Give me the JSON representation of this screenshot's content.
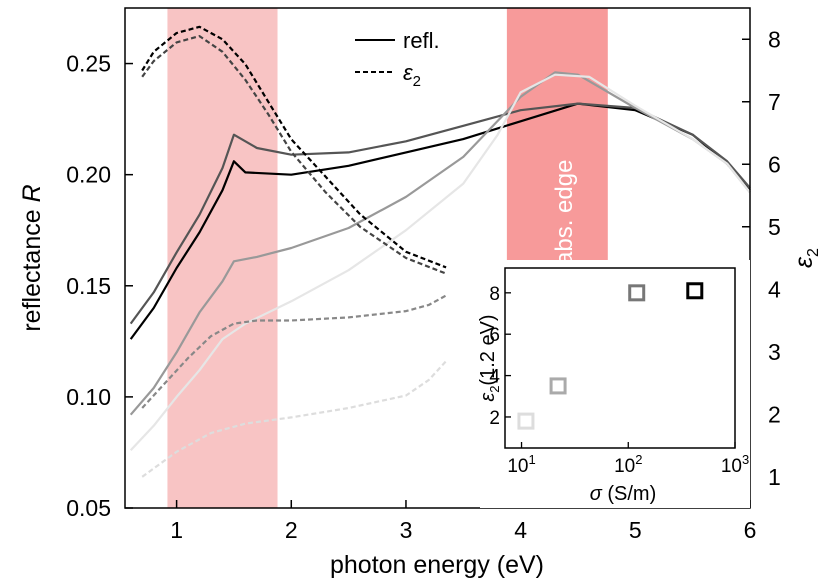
{
  "chart_data": {
    "type": "line",
    "xlabel": "photon energy (eV)",
    "ylabel_left": "reflectance R",
    "ylabel_right": "ε2",
    "xlim": [
      0.55,
      6.0
    ],
    "ylim_left": [
      0.05,
      0.275
    ],
    "ylim_right": [
      0.5,
      8.5
    ],
    "xticks": [
      "1",
      "2",
      "3",
      "4",
      "5",
      "6"
    ],
    "yticks_left": [
      "0.05",
      "0.10",
      "0.15",
      "0.20",
      "0.25"
    ],
    "yticks_right": [
      "1",
      "2",
      "3",
      "4",
      "5",
      "6",
      "7",
      "8"
    ],
    "grid": false,
    "legend": {
      "position": "top-center",
      "entries": [
        {
          "label": "refl.",
          "style": "solid"
        },
        {
          "label": "ε2",
          "style": "dashed"
        }
      ]
    },
    "bands": [
      {
        "x0": 0.92,
        "x1": 1.88,
        "color": "#f8c4c4"
      },
      {
        "x0": 3.88,
        "x1": 4.76,
        "color": "#f79a9a",
        "label": "abs. edge"
      }
    ],
    "series": [
      {
        "color": "#000000",
        "style": "solid",
        "axis": "left",
        "points": [
          [
            0.6,
            0.126
          ],
          [
            0.8,
            0.14
          ],
          [
            1.0,
            0.158
          ],
          [
            1.2,
            0.174
          ],
          [
            1.4,
            0.193
          ],
          [
            1.5,
            0.206
          ],
          [
            1.6,
            0.201
          ],
          [
            2.0,
            0.2
          ],
          [
            2.5,
            0.204
          ],
          [
            3.0,
            0.21
          ],
          [
            3.5,
            0.216
          ],
          [
            4.0,
            0.224
          ],
          [
            4.5,
            0.232
          ],
          [
            5.0,
            0.229
          ],
          [
            5.5,
            0.218
          ],
          [
            5.8,
            0.205
          ],
          [
            6.0,
            0.193
          ]
        ]
      },
      {
        "color": "#555555",
        "style": "solid",
        "axis": "left",
        "points": [
          [
            0.6,
            0.133
          ],
          [
            0.8,
            0.147
          ],
          [
            1.0,
            0.165
          ],
          [
            1.2,
            0.182
          ],
          [
            1.4,
            0.203
          ],
          [
            1.5,
            0.218
          ],
          [
            1.7,
            0.212
          ],
          [
            2.0,
            0.209
          ],
          [
            2.5,
            0.21
          ],
          [
            3.0,
            0.215
          ],
          [
            3.5,
            0.222
          ],
          [
            4.0,
            0.229
          ],
          [
            4.5,
            0.232
          ],
          [
            5.0,
            0.23
          ],
          [
            5.5,
            0.218
          ],
          [
            5.8,
            0.206
          ],
          [
            6.0,
            0.194
          ]
        ]
      },
      {
        "color": "#999999",
        "style": "solid",
        "axis": "left",
        "points": [
          [
            0.6,
            0.092
          ],
          [
            0.8,
            0.104
          ],
          [
            1.0,
            0.12
          ],
          [
            1.2,
            0.138
          ],
          [
            1.4,
            0.152
          ],
          [
            1.5,
            0.161
          ],
          [
            1.7,
            0.163
          ],
          [
            2.0,
            0.167
          ],
          [
            2.5,
            0.176
          ],
          [
            3.0,
            0.19
          ],
          [
            3.5,
            0.208
          ],
          [
            4.0,
            0.235
          ],
          [
            4.3,
            0.246
          ],
          [
            4.5,
            0.245
          ],
          [
            5.0,
            0.23
          ],
          [
            5.5,
            0.216
          ],
          [
            5.8,
            0.205
          ],
          [
            6.0,
            0.192
          ]
        ]
      },
      {
        "color": "#e6e6e6",
        "style": "solid",
        "axis": "left",
        "points": [
          [
            0.6,
            0.076
          ],
          [
            0.8,
            0.087
          ],
          [
            1.0,
            0.1
          ],
          [
            1.2,
            0.112
          ],
          [
            1.4,
            0.126
          ],
          [
            1.6,
            0.133
          ],
          [
            2.0,
            0.143
          ],
          [
            2.5,
            0.157
          ],
          [
            3.0,
            0.175
          ],
          [
            3.5,
            0.196
          ],
          [
            3.8,
            0.218
          ],
          [
            4.0,
            0.237
          ],
          [
            4.3,
            0.245
          ],
          [
            4.6,
            0.244
          ],
          [
            5.0,
            0.231
          ],
          [
            5.5,
            0.216
          ],
          [
            5.8,
            0.205
          ],
          [
            6.0,
            0.192
          ]
        ]
      },
      {
        "color": "#000000",
        "style": "dashed",
        "axis": "right",
        "points": [
          [
            0.7,
            7.5
          ],
          [
            0.8,
            7.8
          ],
          [
            1.0,
            8.1
          ],
          [
            1.2,
            8.2
          ],
          [
            1.4,
            8.0
          ],
          [
            1.6,
            7.6
          ],
          [
            1.8,
            7.0
          ],
          [
            2.0,
            6.4
          ],
          [
            2.3,
            5.8
          ],
          [
            2.6,
            5.2
          ],
          [
            3.0,
            4.6
          ],
          [
            3.35,
            4.35
          ]
        ]
      },
      {
        "color": "#444444",
        "style": "dashed",
        "axis": "right",
        "points": [
          [
            0.7,
            7.4
          ],
          [
            0.8,
            7.65
          ],
          [
            1.0,
            7.95
          ],
          [
            1.2,
            8.05
          ],
          [
            1.4,
            7.8
          ],
          [
            1.6,
            7.35
          ],
          [
            1.8,
            6.8
          ],
          [
            2.0,
            6.2
          ],
          [
            2.3,
            5.55
          ],
          [
            2.6,
            5.0
          ],
          [
            3.0,
            4.5
          ],
          [
            3.35,
            4.25
          ]
        ]
      },
      {
        "color": "#888888",
        "style": "dashed",
        "axis": "right",
        "points": [
          [
            0.7,
            2.1
          ],
          [
            0.9,
            2.5
          ],
          [
            1.1,
            2.9
          ],
          [
            1.3,
            3.25
          ],
          [
            1.5,
            3.45
          ],
          [
            1.7,
            3.5
          ],
          [
            2.0,
            3.5
          ],
          [
            2.5,
            3.55
          ],
          [
            3.0,
            3.65
          ],
          [
            3.2,
            3.75
          ],
          [
            3.35,
            3.9
          ]
        ]
      },
      {
        "color": "#dddddd",
        "style": "dashed",
        "axis": "right",
        "points": [
          [
            0.7,
            1.0
          ],
          [
            1.0,
            1.4
          ],
          [
            1.3,
            1.7
          ],
          [
            1.6,
            1.85
          ],
          [
            2.0,
            1.95
          ],
          [
            2.5,
            2.1
          ],
          [
            3.0,
            2.3
          ],
          [
            3.2,
            2.55
          ],
          [
            3.35,
            2.85
          ]
        ]
      }
    ],
    "inset": {
      "type": "scatter",
      "xlabel": "σ (S/m)",
      "ylabel": "ε2(1.2 eV)",
      "xscale": "log",
      "xlim": [
        7,
        1000
      ],
      "ylim": [
        0.5,
        9.2
      ],
      "xticks": [
        {
          "value": 10,
          "base": "10",
          "exp": "1"
        },
        {
          "value": 100,
          "base": "10",
          "exp": "2"
        },
        {
          "value": 1000,
          "base": "10",
          "exp": "3"
        }
      ],
      "yticks": [
        "2",
        "4",
        "6",
        "8"
      ],
      "points": [
        {
          "x": 11,
          "y": 1.8,
          "color": "#dddddd"
        },
        {
          "x": 22,
          "y": 3.5,
          "color": "#aaaaaa"
        },
        {
          "x": 120,
          "y": 8.0,
          "color": "#777777"
        },
        {
          "x": 420,
          "y": 8.1,
          "color": "#000000"
        }
      ]
    }
  }
}
